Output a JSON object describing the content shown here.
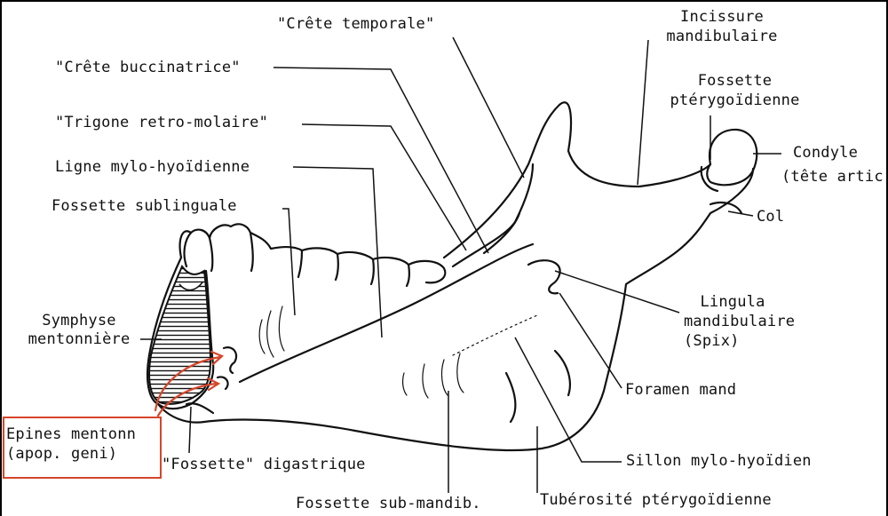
{
  "labels": {
    "crete_temporale": "\"Crête temporale\"",
    "incissure_1": "Incissure",
    "incissure_2": "mandibulaire",
    "fossette_pt_1": "Fossette",
    "fossette_pt_2": "ptérygoïdienne",
    "crete_buccinatrice": "\"Crête buccinatrice\"",
    "trigone": "\"Trigone retro-molaire\"",
    "ligne_mylo": "Ligne mylo-hyoïdienne",
    "fossette_sublinguale": "Fossette sublinguale",
    "condyle_1": "Condyle",
    "condyle_2": "(tête artic.",
    "col": "Col",
    "symphyse_1": "Symphyse",
    "symphyse_2": "mentonnière",
    "lingula_1": "Lingula",
    "lingula_2": "mandibulaire",
    "lingula_3": "(Spix)",
    "foramen": "Foramen mand",
    "epines_1": "Epines mentonn",
    "epines_2": "(apop. geni)",
    "fossette_digastrique": "\"Fossette\" digastrique",
    "sillon_mylo": "Sillon mylo-hyoïdien",
    "fossette_submandib": "Fossette sub-mandib.",
    "tuberosite": "Tubérosité ptérygoïdienne"
  },
  "colors": {
    "ink": "#111111",
    "accent": "#d6452a",
    "background": "#ffffff"
  }
}
